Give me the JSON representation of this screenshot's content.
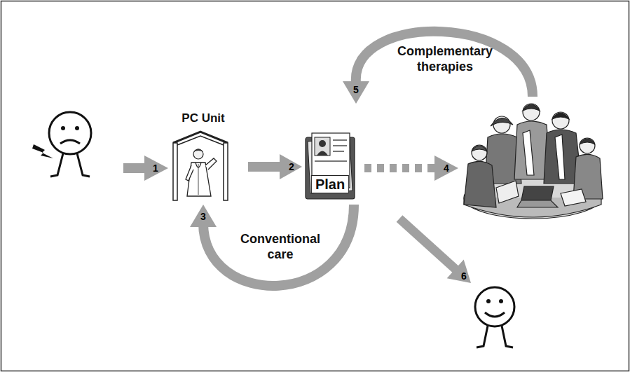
{
  "diagram": {
    "nodes": [
      {
        "text": [
          "PC Unit"
        ]
      },
      {
        "text": [
          "Plan"
        ]
      }
    ],
    "edges": [
      {
        "from": 0,
        "to": 1,
        "arrow": "to",
        "label": "2"
      },
      {
        "from": 1,
        "to": 0,
        "arrow": "to",
        "label": "3"
      }
    ],
    "labels": [
      "1",
      "Complementary therapies",
      "5",
      "4",
      "Conventional care",
      "6"
    ]
  }
}
